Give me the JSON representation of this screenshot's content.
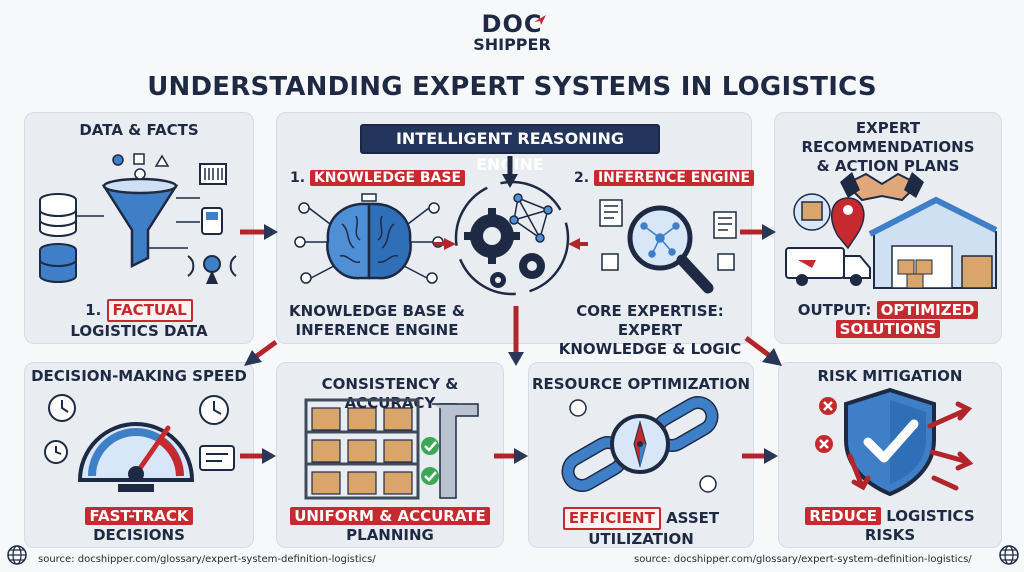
{
  "logo": {
    "top": "DOC",
    "bottom": "SHIPPER"
  },
  "title": "UNDERSTANDING EXPERT SYSTEMS IN LOGISTICS",
  "engine": {
    "banner": "INTELLIGENT REASONING ENGINE",
    "kb_label_num": "1.",
    "kb_label": "KNOWLEDGE BASE",
    "ie_label_num": "2.",
    "ie_label": "INFERENCE ENGINE",
    "caption_left_1": "KNOWLEDGE BASE &",
    "caption_left_2": "INFERENCE ENGINE",
    "caption_right_1": "CORE EXPERTISE: EXPERT",
    "caption_right_2": "KNOWLEDGE & LOGIC"
  },
  "data_facts": {
    "title": "DATA & FACTS",
    "caption_num": "1.",
    "caption_hl": "FACTUAL",
    "caption_2": "LOGISTICS DATA"
  },
  "recommendations": {
    "title_1": "EXPERT RECOMMENDATIONS",
    "title_2": "& ACTION PLANS",
    "caption_1": "OUTPUT:",
    "caption_hl_1": "OPTIMIZED",
    "caption_hl_2": "SOLUTIONS"
  },
  "speed": {
    "title": "DECISION-MAKING SPEED",
    "caption_hl": "FAST-TRACK",
    "caption_2": "DECISIONS"
  },
  "consistency": {
    "title": "CONSISTENCY & ACCURACY",
    "caption_hl": "UNIFORM & ACCURATE",
    "caption_2": "PLANNING"
  },
  "resource": {
    "title": "RESOURCE OPTIMIZATION",
    "caption_hl": "EFFICIENT",
    "caption_1b": "ASSET",
    "caption_2": "UTILIZATION"
  },
  "risk": {
    "title": "RISK MITIGATION",
    "caption_hl": "REDUCE",
    "caption_1b": "LOGISTICS",
    "caption_2": "RISKS"
  },
  "sources": {
    "left": "source: docshipper.com/glossary/expert-system-definition-logistics/",
    "right": "source: docshipper.com/glossary/expert-system-definition-logistics/"
  },
  "colors": {
    "navy": "#1e2a44",
    "accent_red": "#c62a2f",
    "panel": "#e9edf2",
    "blue": "#3f7fc7"
  }
}
